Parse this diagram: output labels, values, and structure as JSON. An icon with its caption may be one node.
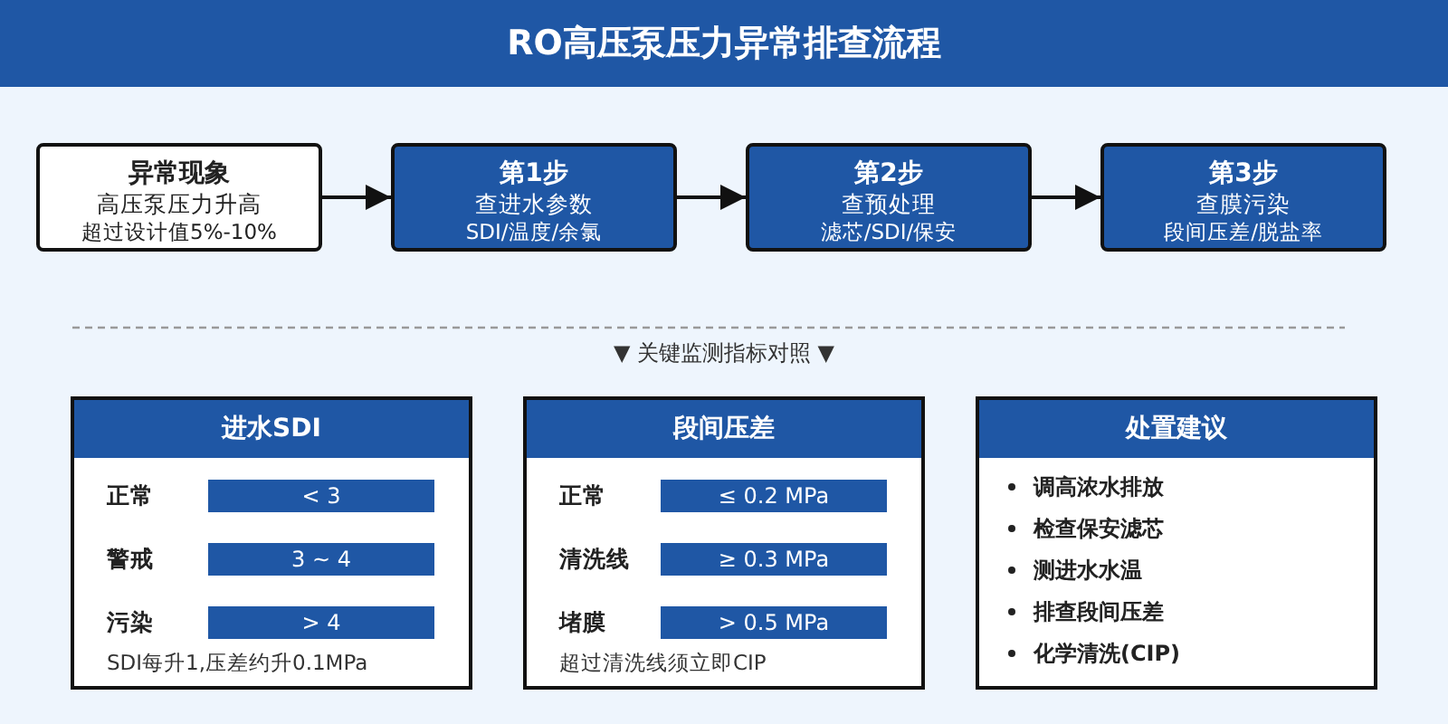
{
  "diagram": {
    "title": "RO高压泵压力异常排查流程",
    "nodes": [
      {
        "text": [
          "异常现象",
          "高压泵压力升高",
          "超过设计值5%-10%"
        ]
      },
      {
        "text": [
          "第1步",
          "查进水参数",
          "SDI/温度/余氯"
        ]
      },
      {
        "text": [
          "第2步",
          "查预处理",
          "滤芯/SDI/保安"
        ]
      },
      {
        "text": [
          "第3步",
          "查膜污染",
          "段间压差/脱盐率"
        ]
      },
      {
        "text": [
          "进水SDI",
          "SDI每升1,压差约升0.1MPa"
        ]
      },
      {
        "text": [
          "< 3"
        ],
        "in": 4,
        "beside": [
          "正常"
        ]
      },
      {
        "text": [
          "3 ~ 4"
        ],
        "in": 4,
        "beside": [
          "警戒"
        ]
      },
      {
        "text": [
          "> 4"
        ],
        "in": 4,
        "beside": [
          "污染"
        ]
      },
      {
        "text": [
          "段间压差",
          "超过清洗线须立即CIP"
        ]
      },
      {
        "text": [
          "≤ 0.2 MPa"
        ],
        "in": 8,
        "beside": [
          "正常"
        ]
      },
      {
        "text": [
          "≥ 0.3 MPa"
        ],
        "in": 8,
        "beside": [
          "清洗线"
        ]
      },
      {
        "text": [
          "> 0.5 MPa"
        ],
        "in": 8,
        "beside": [
          "堵膜"
        ]
      },
      {
        "text": [
          "处置建议",
          "调高浓水排放",
          "检查保安滤芯",
          "测进水水温",
          "排查段间压差",
          "化学清洗(CIP)"
        ]
      }
    ],
    "edges": [
      {
        "from": 0,
        "to": 1,
        "arrow": "to"
      },
      {
        "from": 1,
        "to": 2,
        "arrow": "to"
      },
      {
        "from": 2,
        "to": 3,
        "arrow": "to"
      }
    ],
    "labels": [
      "▼ 关键监测指标对照 ▼"
    ]
  }
}
